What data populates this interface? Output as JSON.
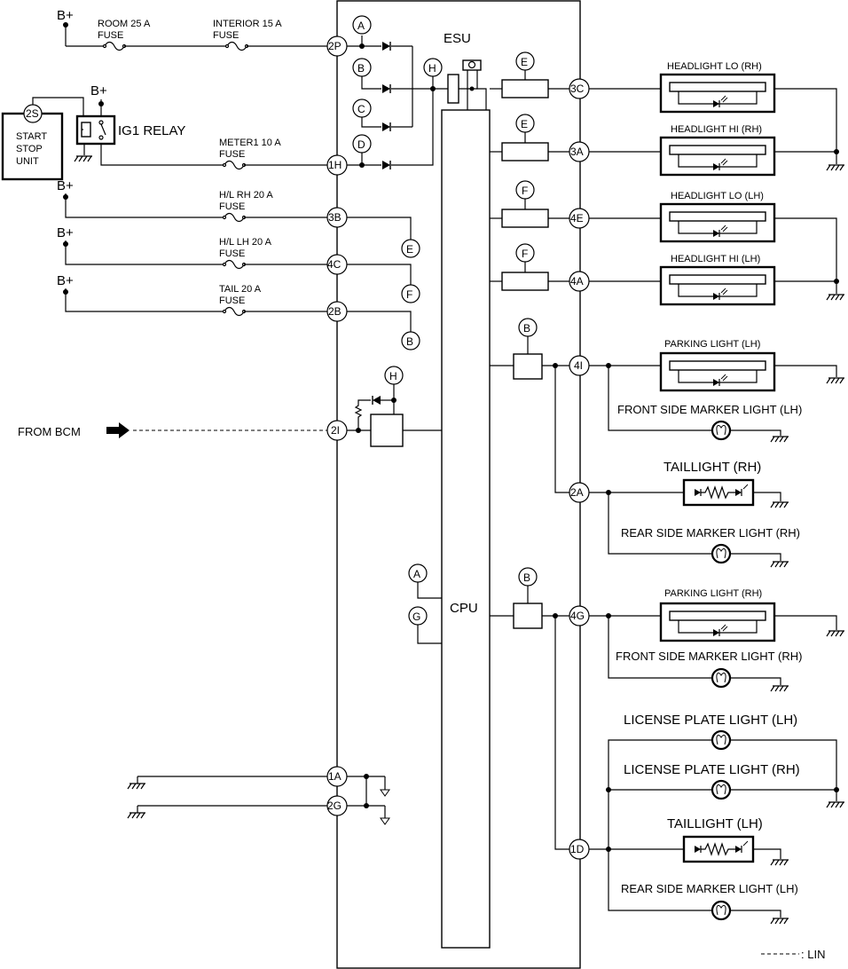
{
  "esu": {
    "title": "ESU",
    "cpu_label": "CPU"
  },
  "supply": {
    "bplus": "B+",
    "room_fuse": [
      "ROOM 25 A",
      "FUSE"
    ],
    "interior_fuse": [
      "INTERIOR 15 A",
      "FUSE"
    ],
    "meter_fuse": [
      "METER1 10 A",
      "FUSE"
    ],
    "hl_rh_fuse": [
      "H/L RH 20 A",
      "FUSE"
    ],
    "hl_lh_fuse": [
      "H/L LH 20 A",
      "FUSE"
    ],
    "tail_fuse": [
      "TAIL 20 A",
      "FUSE"
    ]
  },
  "start_stop_unit": {
    "pin": "2S",
    "label": [
      "START",
      "STOP",
      "UNIT"
    ]
  },
  "ig1_relay": {
    "label": "IG1 RELAY"
  },
  "connectors": {
    "p2P": "2P",
    "p1H": "1H",
    "p3B": "3B",
    "p4C": "4C",
    "p2B": "2B",
    "p2I": "2I",
    "p1A": "1A",
    "p2G": "2G",
    "p3C": "3C",
    "p3A": "3A",
    "p4E": "4E",
    "p4A": "4A",
    "p4I": "4I",
    "p2A": "2A",
    "p4G": "4G",
    "p1D": "1D"
  },
  "refs": {
    "A": "A",
    "B": "B",
    "C": "C",
    "D": "D",
    "E": "E",
    "F": "F",
    "G": "G",
    "H": "H"
  },
  "from_bcm": "FROM BCM",
  "loads": {
    "headlight_lo_rh": "HEADLIGHT LO (RH)",
    "headlight_hi_rh": "HEADLIGHT HI (RH)",
    "headlight_lo_lh": "HEADLIGHT LO (LH)",
    "headlight_hi_lh": "HEADLIGHT HI (LH)",
    "parking_light_lh": "PARKING LIGHT (LH)",
    "front_side_marker_lh": "FRONT SIDE MARKER LIGHT (LH)",
    "taillight_rh": "TAILLIGHT (RH)",
    "rear_side_marker_rh": "REAR SIDE MARKER LIGHT (RH)",
    "parking_light_rh": "PARKING LIGHT (RH)",
    "front_side_marker_rh": "FRONT SIDE MARKER LIGHT (RH)",
    "license_plate_lh": "LICENSE PLATE LIGHT (LH)",
    "license_plate_rh": "LICENSE PLATE LIGHT (RH)",
    "taillight_lh": "TAILLIGHT (LH)",
    "rear_side_marker_lh": "REAR SIDE MARKER LIGHT (LH)"
  },
  "legend": {
    "lin": ": LIN"
  }
}
